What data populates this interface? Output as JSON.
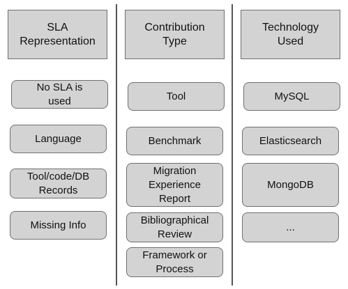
{
  "columns": [
    {
      "header": "SLA\nRepresentation",
      "items": [
        "No SLA is\nused",
        "Language",
        "Tool/code/DB\nRecords",
        "Missing Info"
      ]
    },
    {
      "header": "Contribution\nType",
      "items": [
        "Tool",
        "Benchmark",
        "Migration\nExperience\nReport",
        "Bibliographical\nReview",
        "Framework or\nProcess"
      ]
    },
    {
      "header": "Technology\nUsed",
      "items": [
        "MySQL",
        "Elasticsearch",
        "MongoDB",
        "..."
      ]
    }
  ]
}
